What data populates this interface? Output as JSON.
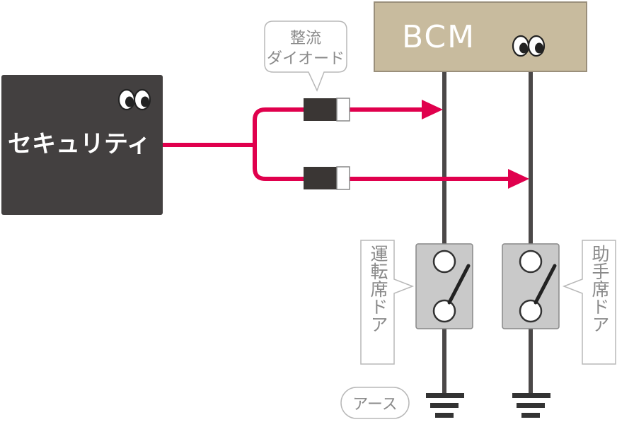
{
  "security": {
    "label": "セキュリティ"
  },
  "bcm": {
    "label": "BCM"
  },
  "diode": {
    "line1": "整流",
    "line2": "ダイオード"
  },
  "switches": {
    "driver": {
      "label": "運転席ドア"
    },
    "passenger": {
      "label": "助手席ドア"
    }
  },
  "ground": {
    "label": "アース"
  },
  "colors": {
    "security_box": "#434040",
    "bcm_box": "#c8bb9e",
    "signal_wire": "#e0004d",
    "bus_wire": "#4b4848",
    "switch_box": "#c9c9c9",
    "callout_stroke": "#b8b8b8",
    "callout_text": "#8a8a8a"
  }
}
